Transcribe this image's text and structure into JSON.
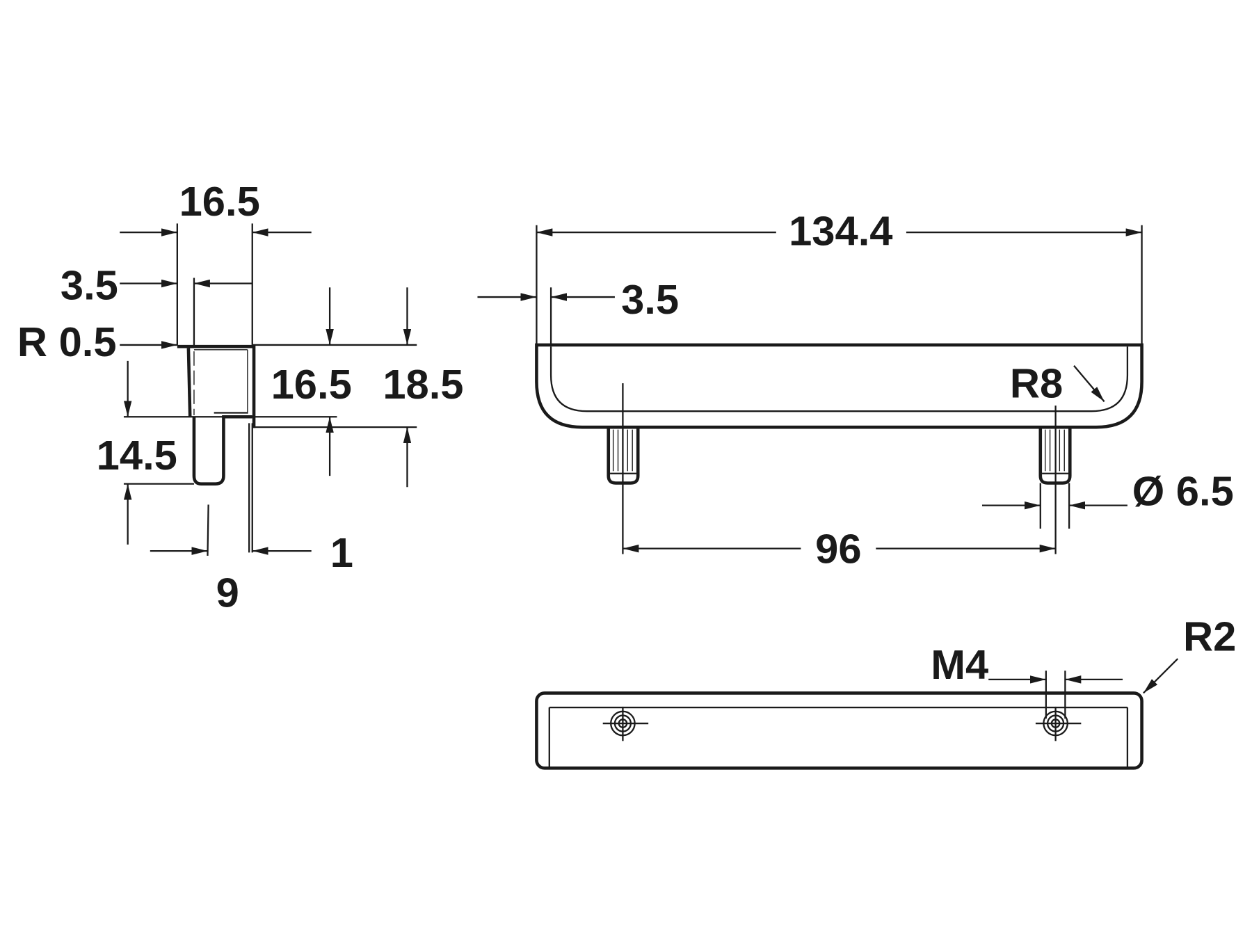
{
  "side_view": {
    "width_overall": "16.5",
    "wall_offset": "3.5",
    "corner_radius": "R 0.5",
    "height_inner": "16.5",
    "height_overall": "18.5",
    "pin_length": "14.5",
    "pin_offset": "9",
    "thickness": "1"
  },
  "front_view": {
    "length_overall": "134.4",
    "edge_offset": "3.5",
    "bend_radius": "R8",
    "pin_diameter": "Ø 6.5",
    "hole_spacing": "96"
  },
  "top_view": {
    "thread": "M4",
    "corner_radius": "R2"
  },
  "colors": {
    "line": "#1a1a1a",
    "background": "#ffffff"
  }
}
